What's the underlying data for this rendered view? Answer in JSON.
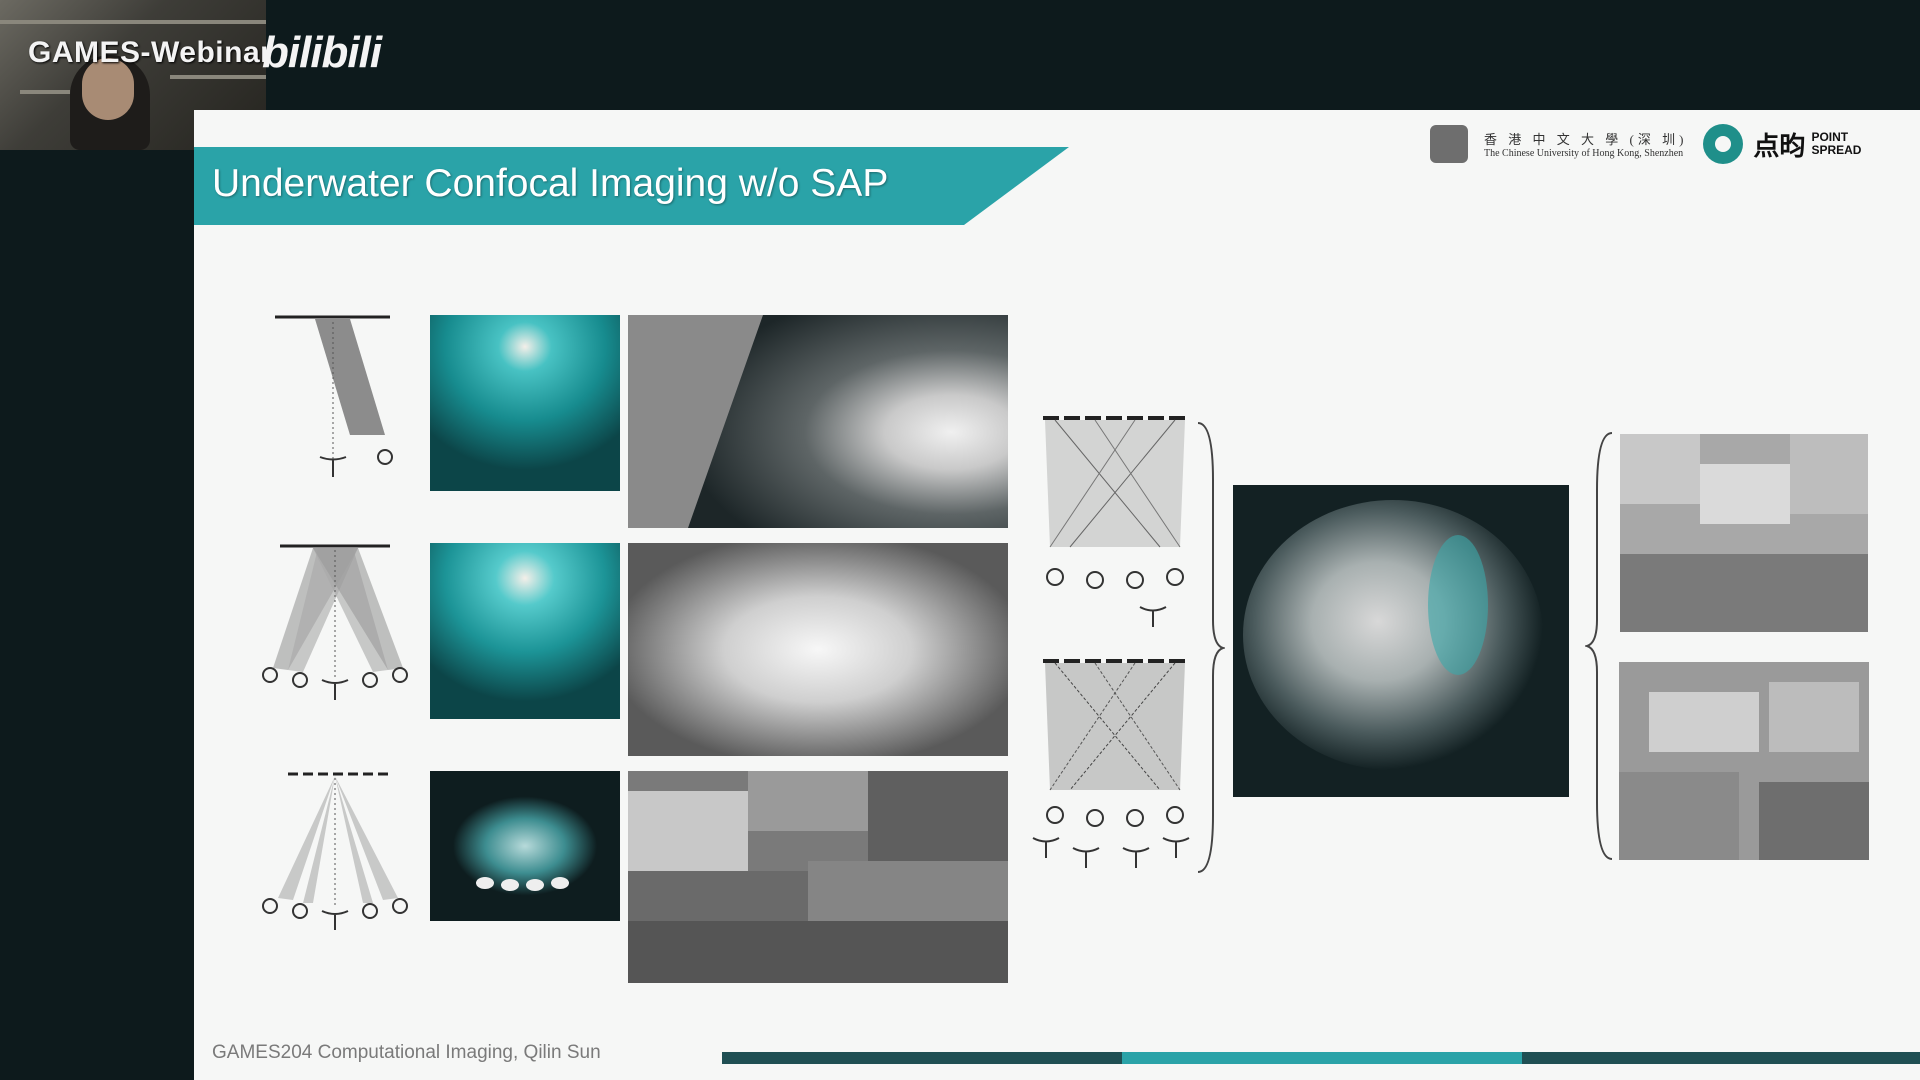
{
  "overlay": {
    "brand": "GAMES-Webinar",
    "platform": "bilibili"
  },
  "slide": {
    "title": "Underwater Confocal Imaging w/o SAP",
    "logo_cuhk_cn": "香 港 中 文 大 學 (深 圳)",
    "logo_cuhk_en": "The Chinese University of Hong Kong, Shenzhen",
    "logo_ps_cn": "点昀",
    "logo_ps_en_1": "POINT",
    "logo_ps_en_2": "SPREAD",
    "footer": "GAMES204 Computational Imaging, Qilin Sun"
  },
  "colors": {
    "accent": "#2aa3a8",
    "dark": "#0d1a1c",
    "dark_teal": "#1f4f53"
  }
}
